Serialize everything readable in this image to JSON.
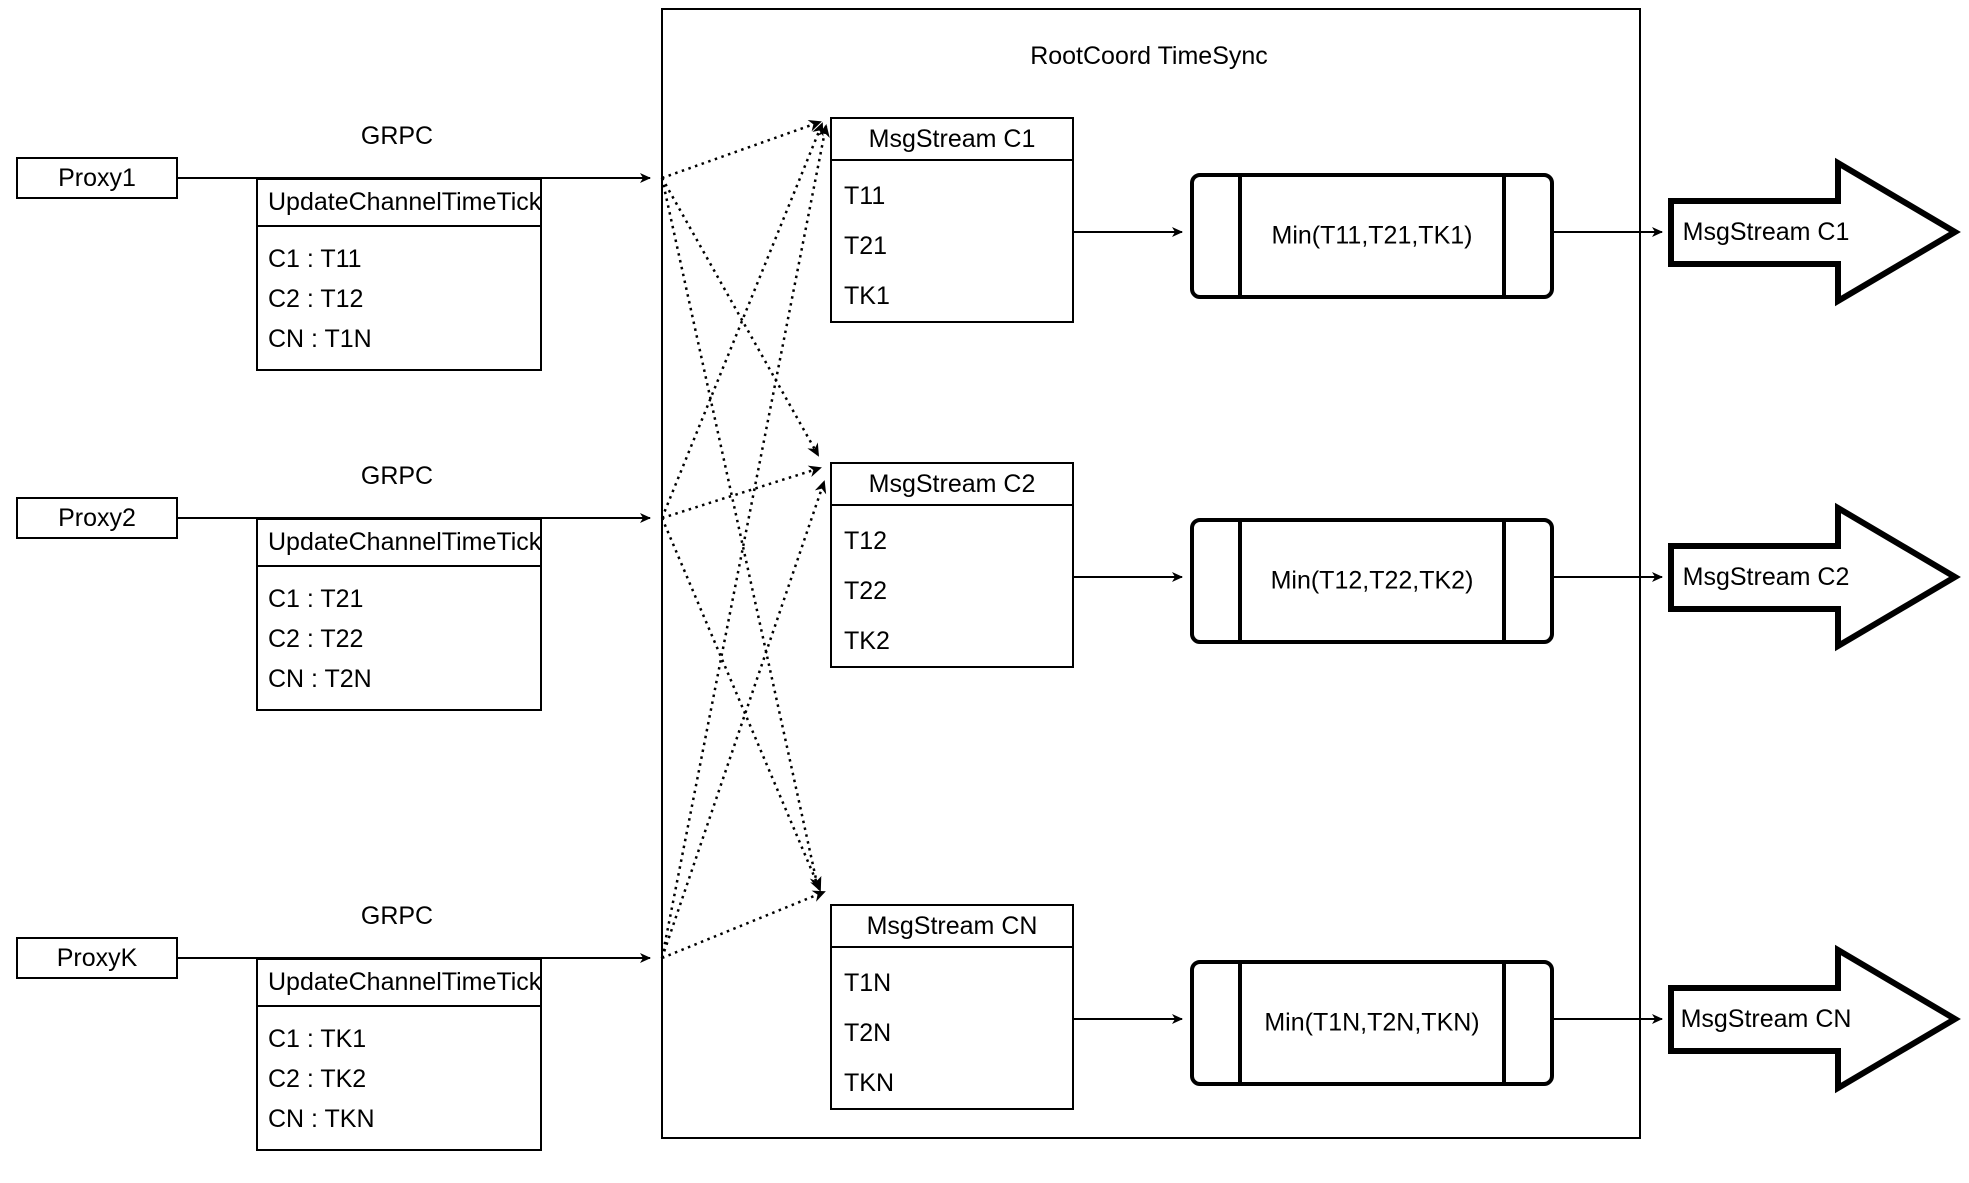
{
  "diagram": {
    "container": {
      "title": "RootCoord TimeSync"
    },
    "proxies": [
      {
        "name": "Proxy1",
        "link_label": "GRPC",
        "request": {
          "title": "UpdateChannelTimeTick",
          "rows": [
            "C1 :  T11",
            "C2 :  T12",
            "CN : T1N"
          ]
        }
      },
      {
        "name": "Proxy2",
        "link_label": "GRPC",
        "request": {
          "title": "UpdateChannelTimeTick",
          "rows": [
            "C1 :  T21",
            "C2 :  T22",
            "CN : T2N"
          ]
        }
      },
      {
        "name": "ProxyK",
        "link_label": "GRPC",
        "request": {
          "title": "UpdateChannelTimeTick",
          "rows": [
            "C1 :  TK1",
            "C2 :  TK2",
            "CN : TKN"
          ]
        }
      }
    ],
    "channels": [
      {
        "msgstream": {
          "title": "MsgStream C1",
          "rows": [
            "T11",
            "T21",
            "TK1"
          ]
        },
        "process": "Min(T11,T21,TK1)",
        "output": "MsgStream C1"
      },
      {
        "msgstream": {
          "title": "MsgStream C2",
          "rows": [
            "T12",
            "T22",
            "TK2"
          ]
        },
        "process": "Min(T12,T22,TK2)",
        "output": "MsgStream C2"
      },
      {
        "msgstream": {
          "title": "MsgStream CN",
          "rows": [
            "T1N",
            "T2N",
            "TKN"
          ]
        },
        "process": "Min(T1N,T2N,TKN)",
        "output": "MsgStream CN"
      }
    ],
    "colors": {
      "stroke": "#000000",
      "background": "#ffffff"
    }
  }
}
